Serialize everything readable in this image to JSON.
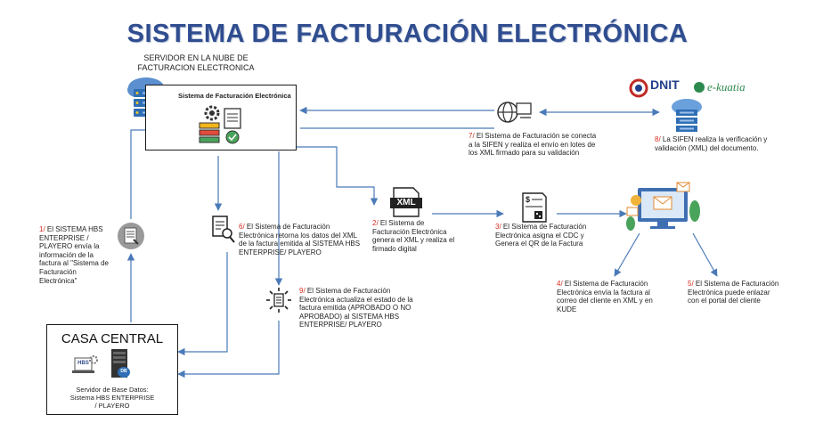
{
  "title": "SISTEMA DE FACTURACIÓN ELECTRÓNICA",
  "cloud_label": "SERVIDOR EN LA NUBE  DE\nFACTURACION ELECTRONICA",
  "fe_box_label": "Sistema de Facturación Electrónica",
  "xml_badge": "XML",
  "dnit_logo_text": "DNIT",
  "ekuatia_logo_text": "e-kuatia",
  "casa_central": {
    "title": "CASA CENTRAL",
    "hbs_badge": "HBS",
    "db_badge": "DB",
    "server_label": "Servidor de Base Datos:\nSistema HBS ENTERPRISE\n/ PLAYERO"
  },
  "steps": [
    {
      "num": "1",
      "sep": "/ ",
      "text": "El SISTEMA HBS ENTERPRISE / PLAYERO envía la información de la factura al \"Sistema de Facturación Electrónica\""
    },
    {
      "num": "2",
      "sep": "/ ",
      "text": "El Sistema de Facturación Electrónica genera el XML y realiza el firmado digital"
    },
    {
      "num": "3",
      "sep": "/ ",
      "text": "El Sistema de Facturación Electrónica asigna el CDC y Genera el QR de la Factura"
    },
    {
      "num": "4",
      "sep": "/ ",
      "text": "El Sistema de Facturación Electrónica envía la factura al correo del cliente en XML y en KUDE"
    },
    {
      "num": "5",
      "sep": "/ ",
      "text": "El Sistema de Facturación Electrónica puede enlazar con el portal del cliente"
    },
    {
      "num": "6",
      "sep": "/ ",
      "text": "El Sistema de Facturación Electrónica retorna los datos del XML de la factura emitida al SISTEMA HBS ENTERPRISE/ PLAYERO"
    },
    {
      "num": "7",
      "sep": "/ ",
      "text": "El Sistema de Facturación se conecta a la SIFEN y realiza el envío en lotes de los XML firmado para su validación"
    },
    {
      "num": "8",
      "sep": "/ ",
      "text": " La SIFEN realiza la verificación y validación (XML) del documento."
    },
    {
      "num": "9",
      "sep": "/ ",
      "text": "El Sistema de Facturación Electrónica actualiza el estado de la factura emitida (APROBADO O NO APROBADO) al SISTEMA HBS ENTERPRISE/ PLAYERO"
    }
  ],
  "colors": {
    "title": "#2f4d8f",
    "arrow": "#4a7ab8",
    "step_number": "#d62d20",
    "server": "#2f6eb5"
  }
}
